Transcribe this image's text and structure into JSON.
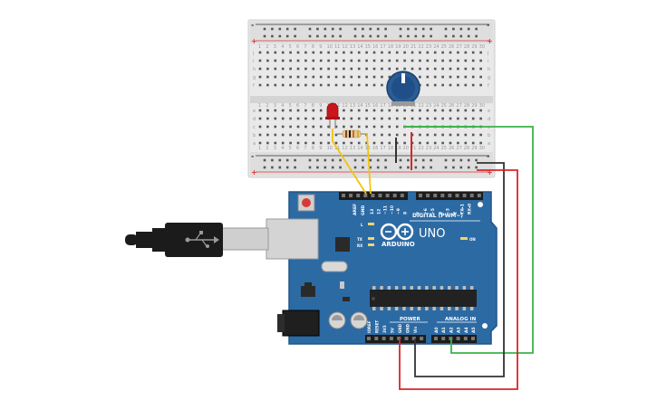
{
  "board": {
    "brand": "ARDUINO",
    "model": "UNO",
    "digital_header": "DIGITAL (PWM~)",
    "power_header": "POWER",
    "analog_header": "ANALOG IN",
    "aref": "AREF",
    "gnd": "GND",
    "tx_label": "TX",
    "rx_label": "RX",
    "l_label": "L",
    "on_label": "ON",
    "digital_pins": [
      "13",
      "12",
      "~11",
      "~10",
      "~9",
      "8",
      "7",
      "~6",
      "~5",
      "4",
      "~3",
      "2",
      "TX▸1",
      "RX◂0"
    ],
    "power_pins": [
      "IOREF",
      "RESET",
      "3V3",
      "5V",
      "GND",
      "GND",
      "Vin"
    ],
    "analog_pins": [
      "A0",
      "A1",
      "A2",
      "A3",
      "A4",
      "A5"
    ]
  },
  "breadboard": {
    "row_letters_top": [
      "j",
      "i",
      "h",
      "g",
      "f"
    ],
    "row_letters_bottom": [
      "e",
      "d",
      "c",
      "b",
      "a"
    ],
    "column_count": 30,
    "plus_sign": "+",
    "minus_sign": "-"
  },
  "colors": {
    "board": "#2c6aa4",
    "board_edge": "#1f5587",
    "breadboard": "#e6e6e6",
    "wire_green": "#3bb34a",
    "wire_red": "#d9262a",
    "wire_black": "#333333",
    "wire_yellow": "#f2c40d",
    "led": "#c8161c",
    "pot": "#1f4f86"
  }
}
